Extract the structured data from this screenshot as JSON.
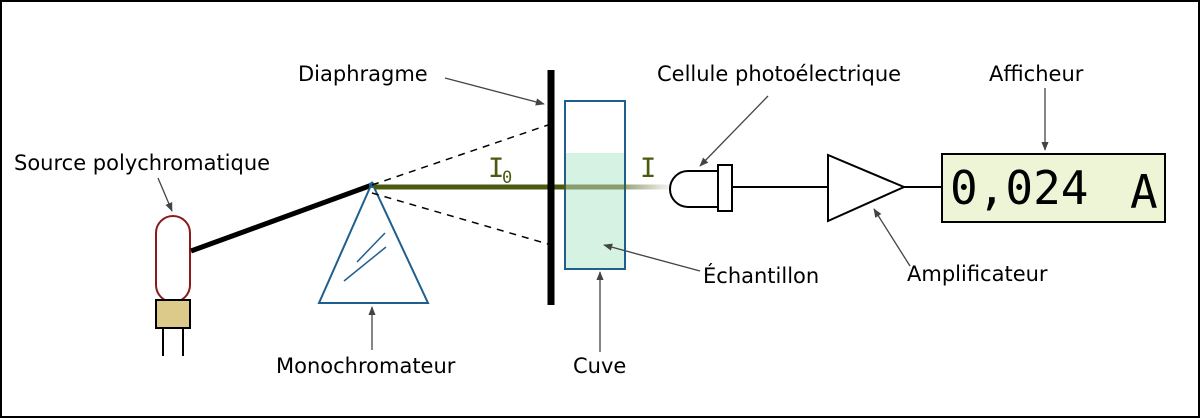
{
  "labels": {
    "source": "Source polychromatique",
    "monochromator": "Monochromateur",
    "diaphragm": "Diaphragme",
    "cuvette": "Cuve",
    "sample": "Échantillon",
    "photocell": "Cellule photoélectrique",
    "amplifier": "Amplificateur",
    "display": "Afficheur"
  },
  "beam": {
    "incident_symbol": "I",
    "incident_subscript": "0",
    "transmitted_symbol": "I"
  },
  "readout": {
    "value": "0,024",
    "unit": "A"
  },
  "colors": {
    "beam": "#4a5a10",
    "lamp_outline": "#8b1a1a",
    "lamp_base": "#dcca8a",
    "optics_blue": "#1f5f8f",
    "sample_liquid": "#d6f2e3",
    "display_bg": "#eef5d6"
  }
}
